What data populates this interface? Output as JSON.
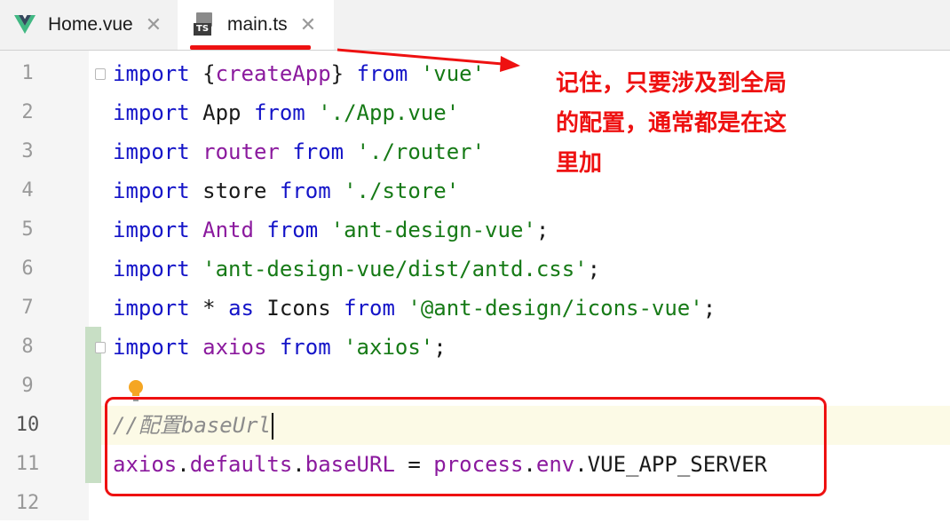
{
  "tabs": [
    {
      "label": "Home.vue",
      "icon": "vue-icon",
      "active": false
    },
    {
      "label": "main.ts",
      "icon": "typescript-icon",
      "icon_text": "TS",
      "active": true
    }
  ],
  "editor": {
    "line_numbers": [
      "1",
      "2",
      "3",
      "4",
      "5",
      "6",
      "7",
      "8",
      "9",
      "10",
      "11",
      "12"
    ],
    "current_line": "10",
    "lines": [
      [
        {
          "t": "import",
          "c": "kw"
        },
        {
          "t": " {",
          "c": "plain"
        },
        {
          "t": "createApp",
          "c": "id"
        },
        {
          "t": "} ",
          "c": "plain"
        },
        {
          "t": "from",
          "c": "kw"
        },
        {
          "t": " ",
          "c": "plain"
        },
        {
          "t": "'vue'",
          "c": "str"
        }
      ],
      [
        {
          "t": "import",
          "c": "kw"
        },
        {
          "t": " App ",
          "c": "plain"
        },
        {
          "t": "from",
          "c": "kw"
        },
        {
          "t": " ",
          "c": "plain"
        },
        {
          "t": "'./App.vue'",
          "c": "str"
        }
      ],
      [
        {
          "t": "import",
          "c": "kw"
        },
        {
          "t": " ",
          "c": "plain"
        },
        {
          "t": "router",
          "c": "id"
        },
        {
          "t": " ",
          "c": "plain"
        },
        {
          "t": "from",
          "c": "kw"
        },
        {
          "t": " ",
          "c": "plain"
        },
        {
          "t": "'./router'",
          "c": "str"
        }
      ],
      [
        {
          "t": "import",
          "c": "kw"
        },
        {
          "t": " store ",
          "c": "plain"
        },
        {
          "t": "from",
          "c": "kw"
        },
        {
          "t": " ",
          "c": "plain"
        },
        {
          "t": "'./store'",
          "c": "str"
        }
      ],
      [
        {
          "t": "import",
          "c": "kw"
        },
        {
          "t": " ",
          "c": "plain"
        },
        {
          "t": "Antd",
          "c": "id"
        },
        {
          "t": " ",
          "c": "plain"
        },
        {
          "t": "from",
          "c": "kw"
        },
        {
          "t": " ",
          "c": "plain"
        },
        {
          "t": "'ant-design-vue'",
          "c": "str"
        },
        {
          "t": ";",
          "c": "plain"
        }
      ],
      [
        {
          "t": "import",
          "c": "kw"
        },
        {
          "t": " ",
          "c": "plain"
        },
        {
          "t": "'ant-design-vue/dist/antd.css'",
          "c": "str"
        },
        {
          "t": ";",
          "c": "plain"
        }
      ],
      [
        {
          "t": "import",
          "c": "kw"
        },
        {
          "t": " * ",
          "c": "plain"
        },
        {
          "t": "as",
          "c": "kw"
        },
        {
          "t": " Icons ",
          "c": "plain"
        },
        {
          "t": "from",
          "c": "kw"
        },
        {
          "t": " ",
          "c": "plain"
        },
        {
          "t": "'@ant-design/icons-vue'",
          "c": "str"
        },
        {
          "t": ";",
          "c": "plain"
        }
      ],
      [
        {
          "t": "import",
          "c": "kw"
        },
        {
          "t": " ",
          "c": "plain"
        },
        {
          "t": "axios",
          "c": "id"
        },
        {
          "t": " ",
          "c": "plain"
        },
        {
          "t": "from",
          "c": "kw"
        },
        {
          "t": " ",
          "c": "plain"
        },
        {
          "t": "'axios'",
          "c": "str"
        },
        {
          "t": ";",
          "c": "plain"
        }
      ],
      [],
      [
        {
          "t": "//配置baseUrl",
          "c": "cmt"
        }
      ],
      [
        {
          "t": "axios",
          "c": "id"
        },
        {
          "t": ".",
          "c": "plain"
        },
        {
          "t": "defaults",
          "c": "id"
        },
        {
          "t": ".",
          "c": "plain"
        },
        {
          "t": "baseURL",
          "c": "id"
        },
        {
          "t": " = ",
          "c": "plain"
        },
        {
          "t": "process",
          "c": "id"
        },
        {
          "t": ".",
          "c": "plain"
        },
        {
          "t": "env",
          "c": "id"
        },
        {
          "t": ".VUE_APP_SERVER",
          "c": "plain"
        }
      ],
      []
    ]
  },
  "annotation": {
    "callout_lines": [
      "记住，只要涉及到全局",
      "的配置，通常都是在这",
      "里加"
    ],
    "color": "#ee1111"
  },
  "colors": {
    "keyword": "#1414c8",
    "identifier": "#8b1a9e",
    "string": "#167a16",
    "comment": "#8c8c8c",
    "current_line_bg": "#fcfae6",
    "vue_green": "#41b883",
    "vue_dark": "#35495e"
  }
}
